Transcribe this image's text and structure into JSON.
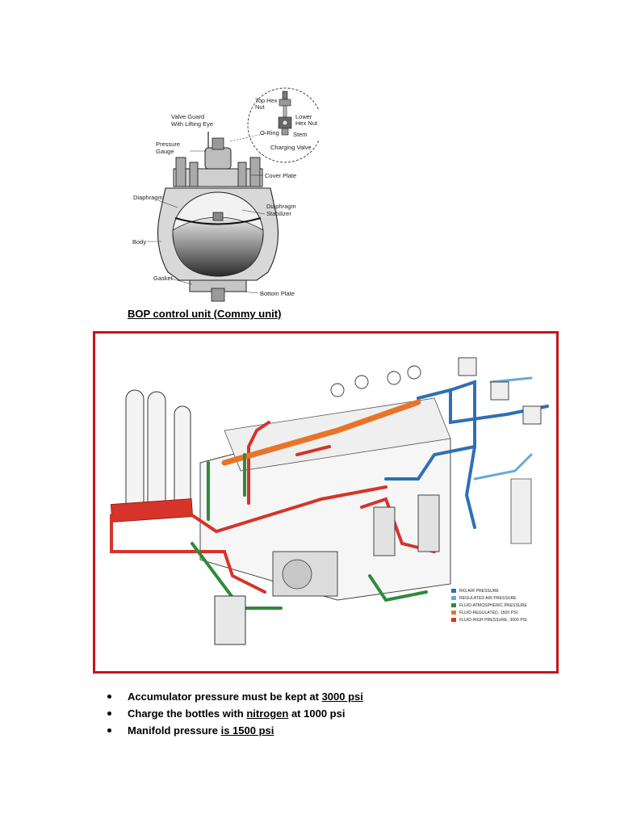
{
  "accumulator_figure": {
    "labels": {
      "valve_guard": [
        "Valve Guard",
        "With Lifting Eye"
      ],
      "pressure_gauge": [
        "Pressure",
        "Gauge"
      ],
      "diaphragm": "Diaphragm",
      "body": "Body",
      "gasket": "Gasket",
      "cover_plate": "Cover Plate",
      "diaphragm_stabilizer": [
        "Diaphragm",
        "Stabilizer"
      ],
      "bottom_plate": "Bottom Plate",
      "top_hex_nut": [
        "Top Hex",
        "Nut"
      ],
      "lower_hex_nut": [
        "Lower",
        "Hex Nut"
      ],
      "o_ring": "O-Ring",
      "stem": "Stem",
      "charging_valve": "Charging Valve"
    }
  },
  "caption": "BOP control unit (Commy unit)",
  "schematic": {
    "frame_color": "#c8141b",
    "legend": [
      {
        "label": "Rig air pressure",
        "color": "#2f6fb5"
      },
      {
        "label": "Regulated air pressure",
        "color": "#6aa8d8"
      },
      {
        "label": "Fluid-atmospheric pressure",
        "color": "#2e8b3a"
      },
      {
        "label": "Fluid-regulated, 1500 psi",
        "color": "#e8742a"
      },
      {
        "label": "Fluid-high pressure, 3000 psi",
        "color": "#d6332a"
      }
    ]
  },
  "bullets": [
    {
      "before": "Accumulator pressure must be kept at ",
      "underlined": "3000 psi",
      "after": ""
    },
    {
      "before": "Charge the bottles with ",
      "underlined": "nitrogen",
      "after": " at 1000 psi"
    },
    {
      "before": "Manifold pressure ",
      "underlined": "is 1500 psi",
      "after": ""
    }
  ]
}
